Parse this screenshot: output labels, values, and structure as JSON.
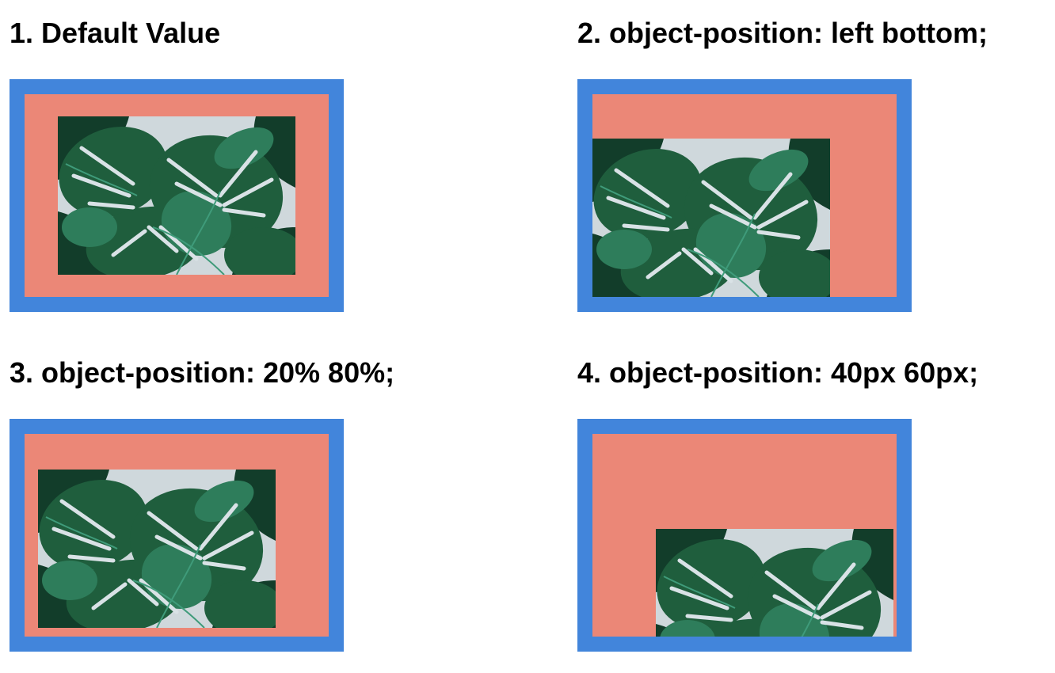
{
  "demos": [
    {
      "title": "1. Default Value"
    },
    {
      "title": "2. object-position: left bottom;"
    },
    {
      "title": "3. object-position: 20% 80%;"
    },
    {
      "title": "4. object-position: 40px 60px;"
    }
  ],
  "colors": {
    "frame_border": "#4285db",
    "frame_background": "#eb8777",
    "title_text": "#000000"
  },
  "image": {
    "subject": "monstera-leaves-photo"
  }
}
